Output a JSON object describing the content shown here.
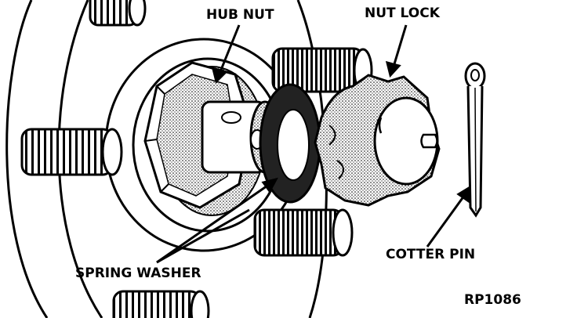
{
  "labels": {
    "hub_nut": "HUB NUT",
    "nut_lock": "NUT LOCK",
    "cotter_pin": "COTTER PIN",
    "spring_washer": "SPRING WASHER",
    "figure_id": "RP1086"
  }
}
